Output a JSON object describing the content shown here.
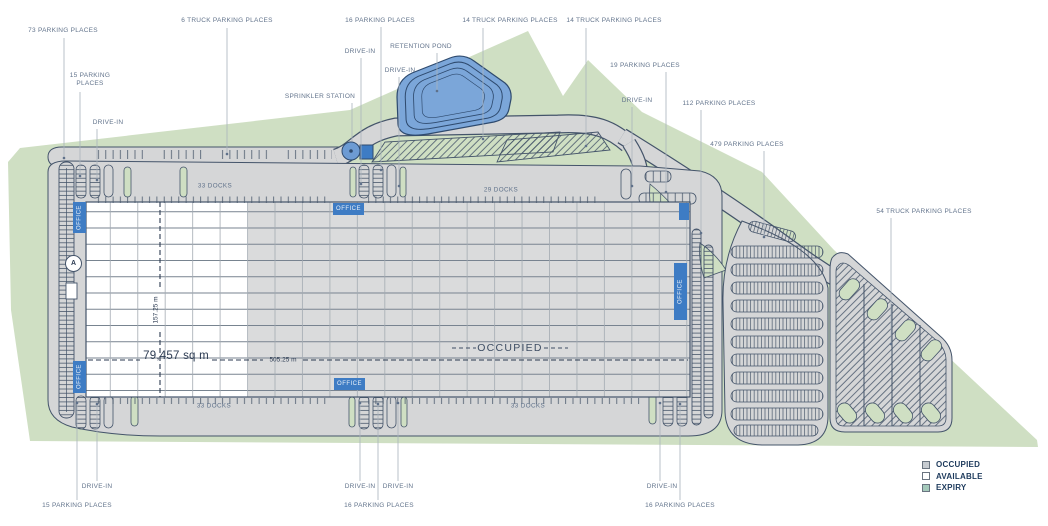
{
  "callouts": [
    {
      "text": "73 PARKING PLACES"
    },
    {
      "text": "15 PARKING\nPLACES"
    },
    {
      "text": "DRIVE-IN"
    },
    {
      "text": "6 TRUCK PARKING PLACES"
    },
    {
      "text": "16 PARKING PLACES"
    },
    {
      "text": "DRIVE-IN"
    },
    {
      "text": "RETENTION POND"
    },
    {
      "text": "DRIVE-IN"
    },
    {
      "text": "14 TRUCK PARKING PLACES"
    },
    {
      "text": "14 TRUCK PARKING PLACES"
    },
    {
      "text": "19 PARKING PLACES"
    },
    {
      "text": "DRIVE-IN"
    },
    {
      "text": "112 PARKING PLACES"
    },
    {
      "text": "479 PARKING PLACES"
    },
    {
      "text": "54 TRUCK PARKING PLACES"
    },
    {
      "text": "DRIVE-IN"
    },
    {
      "text": "15 PARKING PLACES"
    },
    {
      "text": "DRIVE-IN"
    },
    {
      "text": "DRIVE-IN"
    },
    {
      "text": "16 PARKING PLACES"
    },
    {
      "text": "DRIVE-IN"
    },
    {
      "text": "16 PARKING PLACES"
    },
    {
      "text": "SPRINKLER STATION"
    }
  ],
  "building": {
    "docks_top_left": "33 DOCKS",
    "docks_top_right": "29 DOCKS",
    "docks_bottom_left": "33 DOCKS",
    "docks_bottom_right": "33 DOCKS",
    "status": "OCCUPIED",
    "area": "79,457 sq m",
    "width_dim": "505.25 m",
    "height_dim": "157.25 m",
    "office_label": "OFFICE",
    "marker": "A"
  },
  "legend": {
    "items": [
      {
        "label": "OCCUPIED",
        "color": "#c7ccd1"
      },
      {
        "label": "AVAILABLE",
        "color": "#ffffff"
      },
      {
        "label": "EXPIRY",
        "color": "#a5cabb"
      }
    ]
  },
  "colors": {
    "landscape_green": "#cfdfc3",
    "pavement_gray": "#d5d6d7",
    "occupied_gray": "#dadbdc",
    "office_blue": "#3e7cc4",
    "pond_blue": "#7ba6d9",
    "outline_navy": "#44546a"
  }
}
